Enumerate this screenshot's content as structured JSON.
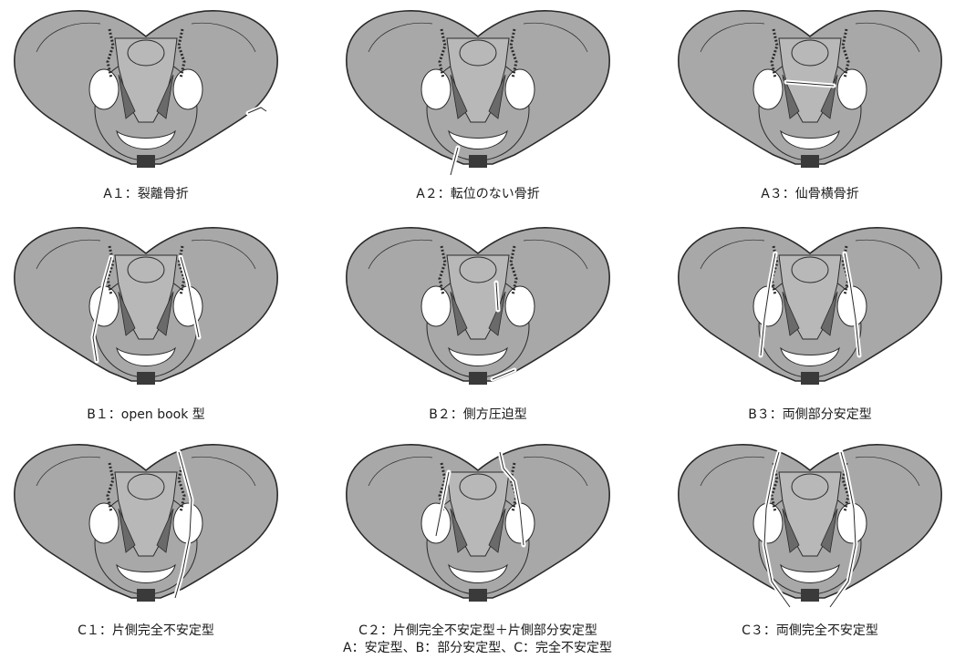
{
  "colors": {
    "bone": "#a8a8a8",
    "outline": "#2a2a2a",
    "gap": "#ffffff",
    "ligament": "#6a6a6a"
  },
  "panels": [
    {
      "id": "A1",
      "caption": "A１：裂離骨折",
      "fracture": "avulsion"
    },
    {
      "id": "A2",
      "caption": "A２：転位のない骨折",
      "fracture": "ramus"
    },
    {
      "id": "A3",
      "caption": "A３：仙骨横骨折",
      "fracture": "sacral-transverse"
    },
    {
      "id": "B1",
      "caption": "B１：open book 型",
      "fracture": "open-book"
    },
    {
      "id": "B2",
      "caption": "B２：側方圧迫型",
      "fracture": "lateral-compression"
    },
    {
      "id": "B3",
      "caption": "B３：両側部分安定型",
      "fracture": "bilateral-partial"
    },
    {
      "id": "C1",
      "caption": "C１：片側完全不安定型",
      "fracture": "unilateral-unstable"
    },
    {
      "id": "C2",
      "caption": "C２：片側完全不安定型＋片側部分安定型",
      "fracture": "unstable-plus-partial"
    },
    {
      "id": "C3",
      "caption": "C３：両側完全不安定型",
      "fracture": "bilateral-unstable"
    }
  ],
  "footnote": "A：安定型、B：部分安定型、C：完全不安定型"
}
